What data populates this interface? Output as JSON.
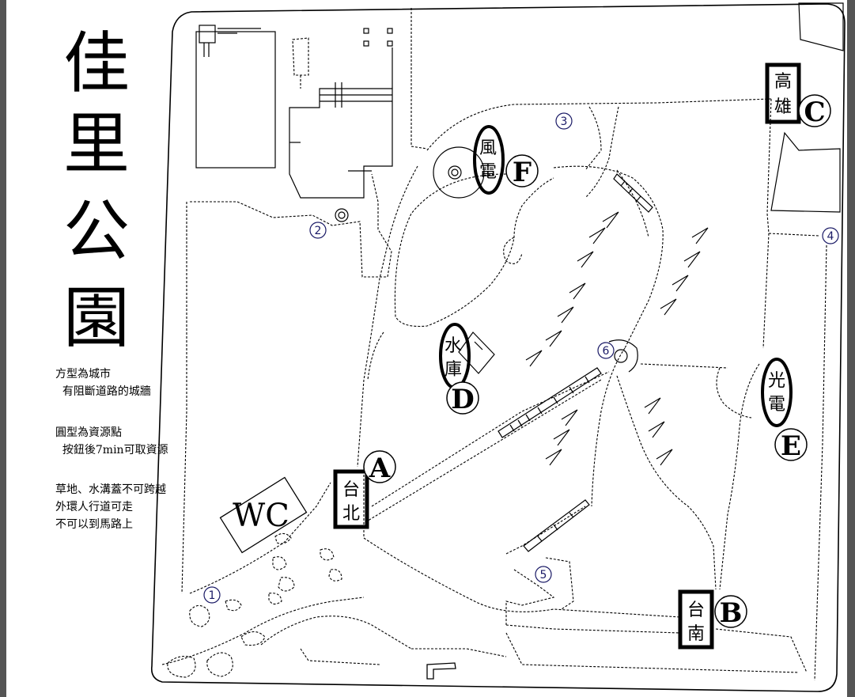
{
  "title": [
    "佳",
    "里",
    "公",
    "園"
  ],
  "legend": {
    "line1": "方型為城市",
    "line2": "  有阻斷道路的城牆",
    "line3": "圓型為資源點",
    "line4": "  按鈕後7min可取資源",
    "line5": "草地、水溝蓋不可跨越",
    "line6": "外環人行道可走",
    "line7": "不可以到馬路上"
  },
  "cities": {
    "taipei": {
      "letter": "A",
      "name": [
        "台",
        "北"
      ]
    },
    "tainan": {
      "letter": "B",
      "name": [
        "台",
        "南"
      ]
    },
    "kaohsiung": {
      "letter": "C",
      "name": [
        "高",
        "雄"
      ]
    }
  },
  "resources": {
    "water": {
      "letter": "D",
      "name": [
        "水",
        "庫"
      ]
    },
    "solar": {
      "letter": "E",
      "name": [
        "光",
        "電"
      ]
    },
    "wind": {
      "letter": "F",
      "name": [
        "風",
        "電"
      ]
    }
  },
  "restroom": "WC",
  "markers": [
    "1",
    "2",
    "3",
    "4",
    "5",
    "6"
  ]
}
